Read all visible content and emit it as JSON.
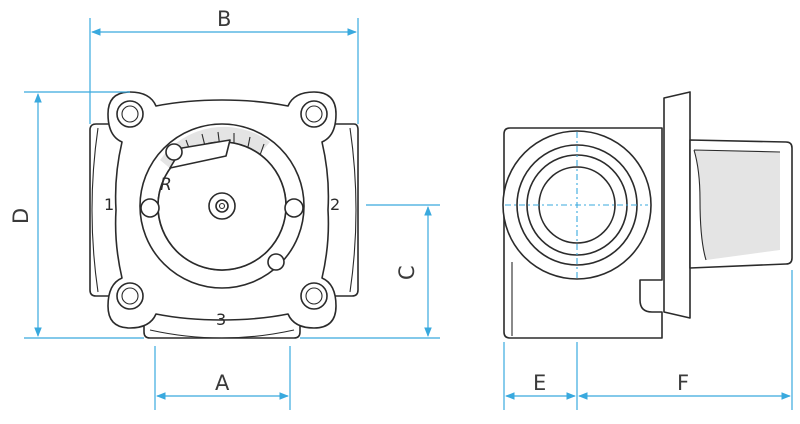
{
  "dimensions": {
    "a": "A",
    "b": "B",
    "c": "C",
    "d": "D",
    "e": "E",
    "f": "F"
  },
  "ports": {
    "port_1": "1",
    "port_2": "2",
    "port_3": "3"
  },
  "knob_scale_mark": "R",
  "colors": {
    "dimension_line": "#39a9de",
    "outline": "#2b2b2b",
    "shading": "#e4e4e4"
  }
}
